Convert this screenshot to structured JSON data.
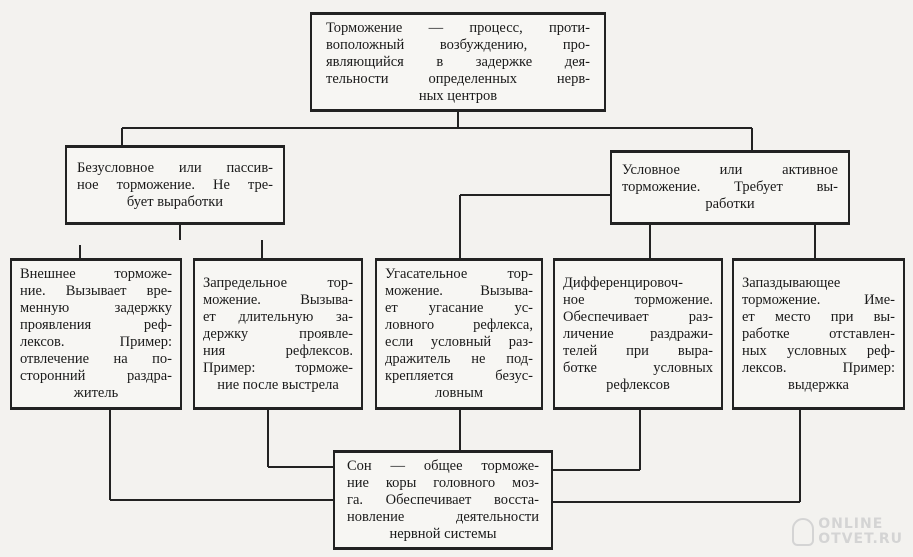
{
  "root": {
    "lines": [
      "Торможение — процесс, проти-",
      "воположный возбуждению, про-",
      "являющийся в задержке дея-",
      "тельности определенных нерв-",
      "ных центров"
    ]
  },
  "unconditioned": {
    "lines": [
      "Безусловное или пассив-",
      "ное торможение. Не тре-",
      "бует выработки"
    ]
  },
  "conditioned": {
    "lines": [
      "Условное или активное",
      "торможение. Требует вы-",
      "работки"
    ]
  },
  "types": [
    {
      "lines": [
        "Внешнее торможе-",
        "ние. Вызывает вре-",
        "менную задержку",
        "проявления реф-",
        "лексов. Пример:",
        "отвлечение на по-",
        "сторонний раздра-",
        "житель"
      ]
    },
    {
      "lines": [
        "Запредельное тор-",
        "можение. Вызыва-",
        "ет длительную за-",
        "держку проявле-",
        "ния рефлексов.",
        "Пример: торможе-",
        "ние после выстрела"
      ]
    },
    {
      "lines": [
        "Угасательное тор-",
        "можение. Вызыва-",
        "ет угасание ус-",
        "ловного рефлекса,",
        "если условный раз-",
        "дражитель не под-",
        "крепляется безус-",
        "ловным"
      ]
    },
    {
      "lines": [
        "Дифференцировоч-",
        "ное торможение.",
        "Обеспечивает раз-",
        "личение раздражи-",
        "телей при выра-",
        "ботке условных",
        "рефлексов"
      ]
    },
    {
      "lines": [
        "Запаздывающее",
        "торможение. Име-",
        "ет место при вы-",
        "работке отставлен-",
        "ных условных реф-",
        "лексов. Пример:",
        "выдержка"
      ]
    }
  ],
  "sleep": {
    "lines": [
      "Сон — общее торможе-",
      "ние коры головного моз-",
      "га. Обеспечивает восста-",
      "новление деятельности",
      "нервной системы"
    ]
  },
  "watermark": {
    "line1": "ONLINE",
    "line2": "OTVET.RU"
  }
}
